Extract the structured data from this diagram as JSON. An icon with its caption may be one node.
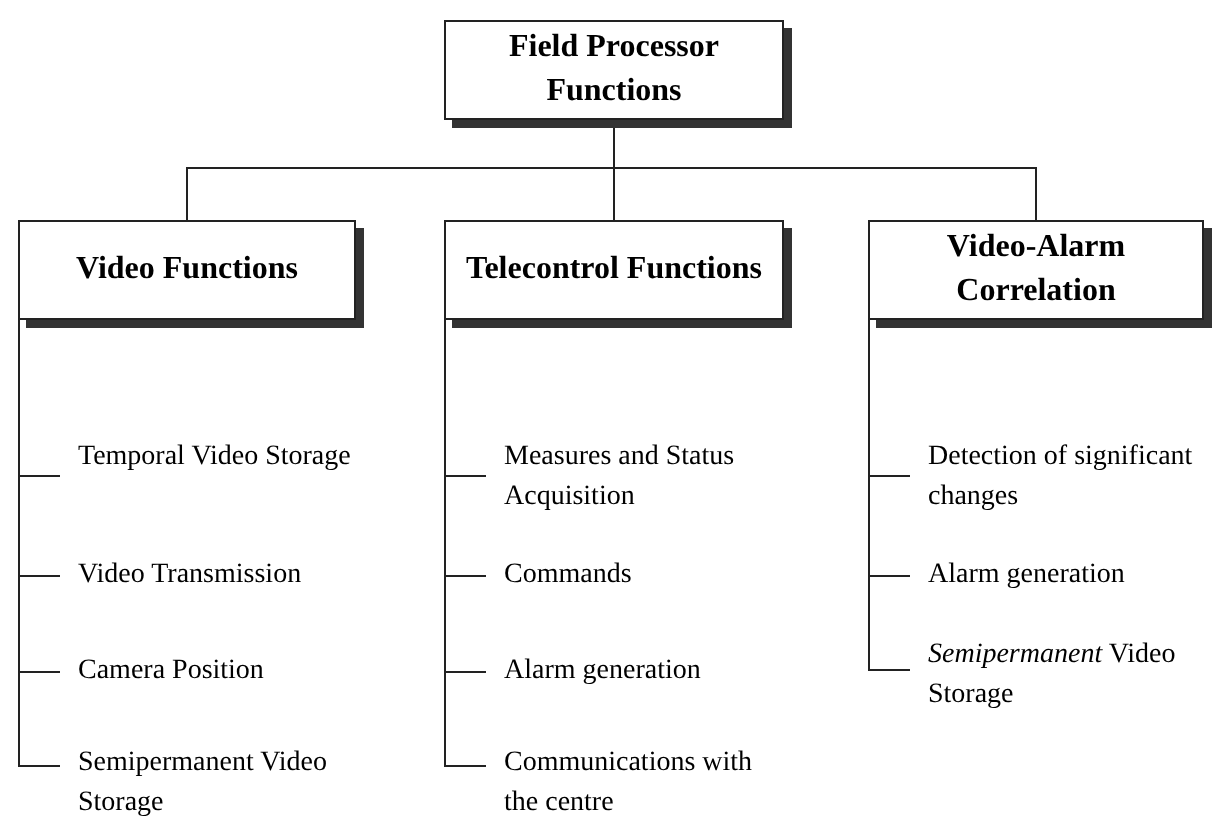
{
  "diagram": {
    "nodes": [
      {
        "text": [
          "Field Processor Functions"
        ]
      },
      {
        "text": [
          "Video Functions"
        ]
      },
      {
        "text": [
          "Telecontrol Functions"
        ]
      },
      {
        "text": [
          "Video-Alarm Correlation"
        ]
      },
      {
        "text": [
          "Temporal Video Storage"
        ]
      },
      {
        "text": [
          "Video Transmission"
        ]
      },
      {
        "text": [
          "Camera Position"
        ]
      },
      {
        "text": [
          "Semipermanent Video Storage"
        ]
      },
      {
        "text": [
          "Measures and Status Acquisition"
        ]
      },
      {
        "text": [
          "Commands"
        ]
      },
      {
        "text": [
          "Alarm generation"
        ]
      },
      {
        "text": [
          "Communications with the centre"
        ]
      },
      {
        "text": [
          "Detection of significant changes"
        ]
      },
      {
        "text": [
          "Alarm generation"
        ]
      },
      {
        "text": [
          "*Semipermanent* Video Storage"
        ]
      }
    ],
    "edges": [
      {
        "from": 0,
        "to": 1,
        "arrow": "none"
      },
      {
        "from": 0,
        "to": 2,
        "arrow": "none"
      },
      {
        "from": 0,
        "to": 3,
        "arrow": "none"
      },
      {
        "from": 1,
        "to": 4,
        "arrow": "none"
      },
      {
        "from": 1,
        "to": 5,
        "arrow": "none"
      },
      {
        "from": 1,
        "to": 6,
        "arrow": "none"
      },
      {
        "from": 1,
        "to": 7,
        "arrow": "none"
      },
      {
        "from": 2,
        "to": 8,
        "arrow": "none"
      },
      {
        "from": 2,
        "to": 9,
        "arrow": "none"
      },
      {
        "from": 2,
        "to": 10,
        "arrow": "none"
      },
      {
        "from": 2,
        "to": 11,
        "arrow": "none"
      },
      {
        "from": 3,
        "to": 12,
        "arrow": "none"
      },
      {
        "from": 3,
        "to": 13,
        "arrow": "none"
      },
      {
        "from": 3,
        "to": 14,
        "arrow": "none"
      }
    ]
  }
}
